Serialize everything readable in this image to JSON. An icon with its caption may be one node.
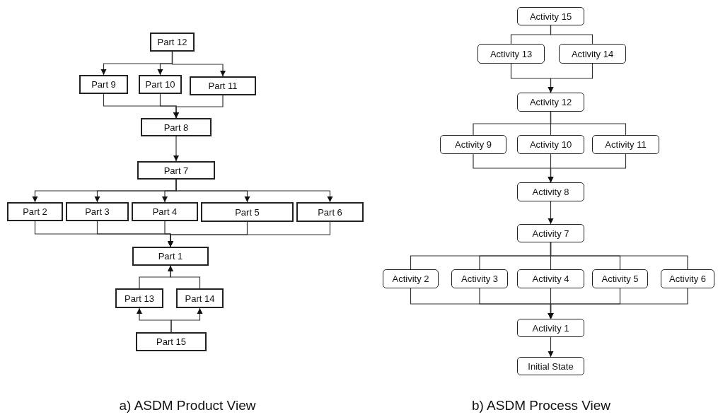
{
  "diagram": {
    "nodes": [
      {
        "text": [
          "Part 12"
        ]
      },
      {
        "text": [
          "Part 9"
        ]
      },
      {
        "text": [
          "Part 10"
        ]
      },
      {
        "text": [
          "Part 11"
        ]
      },
      {
        "text": [
          "Part 8"
        ]
      },
      {
        "text": [
          "Part 7"
        ]
      },
      {
        "text": [
          "Part 2"
        ]
      },
      {
        "text": [
          "Part 3"
        ]
      },
      {
        "text": [
          "Part 4"
        ]
      },
      {
        "text": [
          "Part 5"
        ]
      },
      {
        "text": [
          "Part 6"
        ]
      },
      {
        "text": [
          "Part 1"
        ]
      },
      {
        "text": [
          "Part 13"
        ]
      },
      {
        "text": [
          "Part 14"
        ]
      },
      {
        "text": [
          "Part 15"
        ]
      },
      {
        "text": [
          "Activity 15"
        ]
      },
      {
        "text": [
          "Activity 13"
        ]
      },
      {
        "text": [
          "Activity 14"
        ]
      },
      {
        "text": [
          "Activity 12"
        ]
      },
      {
        "text": [
          "Activity 9"
        ]
      },
      {
        "text": [
          "Activity 10"
        ]
      },
      {
        "text": [
          "Activity 11"
        ]
      },
      {
        "text": [
          "Activity 8"
        ]
      },
      {
        "text": [
          "Activity 7"
        ]
      },
      {
        "text": [
          "Activity 2"
        ]
      },
      {
        "text": [
          "Activity 3"
        ]
      },
      {
        "text": [
          "Activity 4"
        ]
      },
      {
        "text": [
          "Activity 5"
        ]
      },
      {
        "text": [
          "Activity 6"
        ]
      },
      {
        "text": [
          "Activity 1"
        ]
      },
      {
        "text": [
          "Initial State"
        ]
      }
    ],
    "edges": [
      {
        "from": 0,
        "to": 1,
        "arrow": "to"
      },
      {
        "from": 0,
        "to": 2,
        "arrow": "to"
      },
      {
        "from": 0,
        "to": 3,
        "arrow": "to"
      },
      {
        "from": 1,
        "to": 4,
        "arrow": "to"
      },
      {
        "from": 2,
        "to": 4,
        "arrow": "to"
      },
      {
        "from": 3,
        "to": 4,
        "arrow": "to"
      },
      {
        "from": 4,
        "to": 5,
        "arrow": "to"
      },
      {
        "from": 5,
        "to": 6,
        "arrow": "to"
      },
      {
        "from": 5,
        "to": 7,
        "arrow": "to"
      },
      {
        "from": 5,
        "to": 8,
        "arrow": "to"
      },
      {
        "from": 5,
        "to": 9,
        "arrow": "to"
      },
      {
        "from": 5,
        "to": 10,
        "arrow": "to"
      },
      {
        "from": 6,
        "to": 11,
        "arrow": "to"
      },
      {
        "from": 7,
        "to": 11,
        "arrow": "to"
      },
      {
        "from": 8,
        "to": 11,
        "arrow": "to"
      },
      {
        "from": 9,
        "to": 11,
        "arrow": "to"
      },
      {
        "from": 10,
        "to": 11,
        "arrow": "to"
      },
      {
        "from": 12,
        "to": 11,
        "arrow": "to"
      },
      {
        "from": 13,
        "to": 11,
        "arrow": "to"
      },
      {
        "from": 14,
        "to": 12,
        "arrow": "to"
      },
      {
        "from": 14,
        "to": 13,
        "arrow": "to"
      },
      {
        "from": 15,
        "to": 16,
        "arrow": "none"
      },
      {
        "from": 15,
        "to": 17,
        "arrow": "none"
      },
      {
        "from": 16,
        "to": 18,
        "arrow": "to"
      },
      {
        "from": 17,
        "to": 18,
        "arrow": "to"
      },
      {
        "from": 18,
        "to": 19,
        "arrow": "none"
      },
      {
        "from": 18,
        "to": 20,
        "arrow": "none"
      },
      {
        "from": 18,
        "to": 21,
        "arrow": "none"
      },
      {
        "from": 19,
        "to": 22,
        "arrow": "to"
      },
      {
        "from": 20,
        "to": 22,
        "arrow": "to"
      },
      {
        "from": 21,
        "to": 22,
        "arrow": "to"
      },
      {
        "from": 22,
        "to": 23,
        "arrow": "to"
      },
      {
        "from": 23,
        "to": 24,
        "arrow": "none"
      },
      {
        "from": 23,
        "to": 25,
        "arrow": "none"
      },
      {
        "from": 23,
        "to": 26,
        "arrow": "none"
      },
      {
        "from": 23,
        "to": 27,
        "arrow": "none"
      },
      {
        "from": 23,
        "to": 28,
        "arrow": "none"
      },
      {
        "from": 24,
        "to": 29,
        "arrow": "to"
      },
      {
        "from": 25,
        "to": 29,
        "arrow": "to"
      },
      {
        "from": 26,
        "to": 29,
        "arrow": "to"
      },
      {
        "from": 27,
        "to": 29,
        "arrow": "to"
      },
      {
        "from": 28,
        "to": 29,
        "arrow": "to"
      },
      {
        "from": 29,
        "to": 30,
        "arrow": "to"
      }
    ],
    "labels": [
      "a) ASDM Product View",
      "b) ASDM Process View"
    ]
  }
}
